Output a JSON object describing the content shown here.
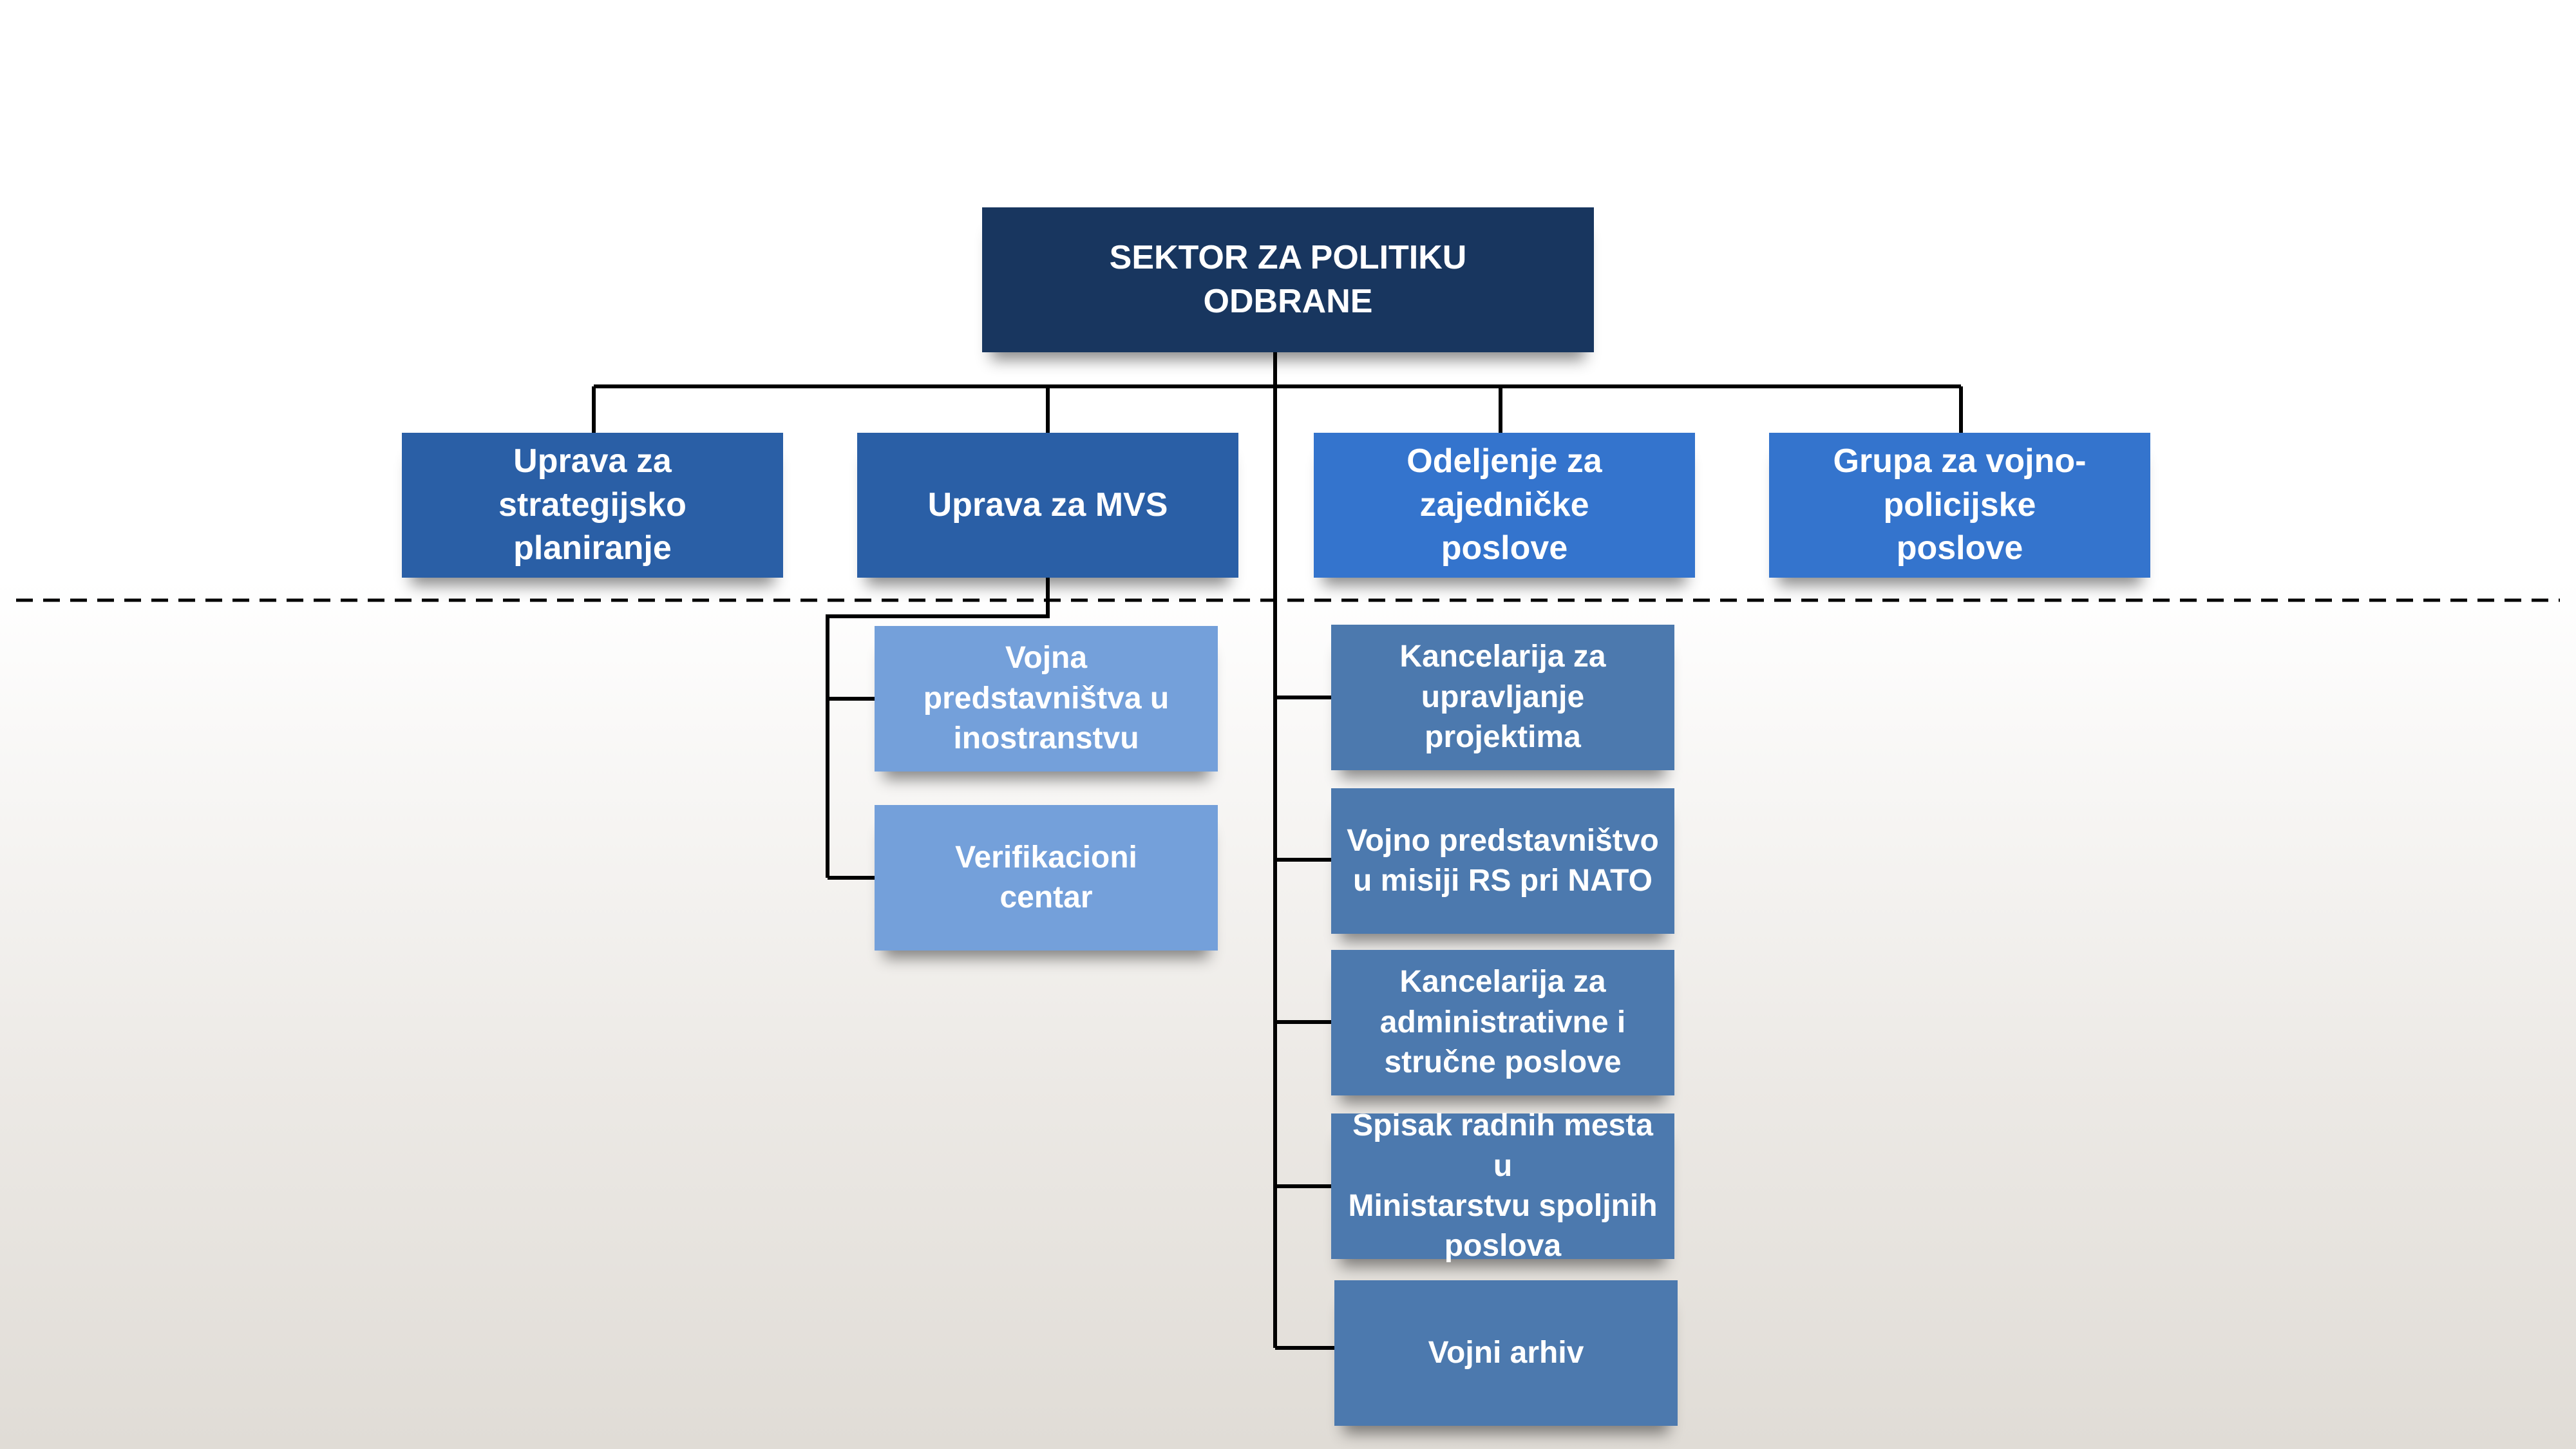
{
  "root": {
    "title": "SEKTOR ZA POLITIKU\nODBRANE"
  },
  "level1": [
    {
      "label": "Uprava za\nstrategijsko\nplaniranje"
    },
    {
      "label": "Uprava za MVS"
    },
    {
      "label": "Odeljenje za\nzajedničke\nposlove"
    },
    {
      "label": "Grupa za vojno-\npolicijske\nposlove"
    }
  ],
  "mvs_units": [
    {
      "label": "Vojna\npredstavništva u\ninostranstvu"
    },
    {
      "label": "Verifikacioni\ncentar"
    }
  ],
  "direct_units": [
    {
      "label": "Kancelarija za\nupravljanje\nprojektima"
    },
    {
      "label": "Vojno predstavništvo\nu misiji RS pri NATO"
    },
    {
      "label": "Kancelarija za\nadministrativne i\nstručne poslove"
    },
    {
      "label": "Spisak radnih mesta u\nMinistarstvu spoljnih\nposlova"
    },
    {
      "label": "Vojni arhiv"
    }
  ],
  "colors": {
    "root": "#18365f",
    "level1_dark": "#2a5fa6",
    "level1_bright": "#3474cd",
    "mvs_units": "#74a0da",
    "direct_units": "#4c79ae",
    "connectors": "#000000"
  }
}
